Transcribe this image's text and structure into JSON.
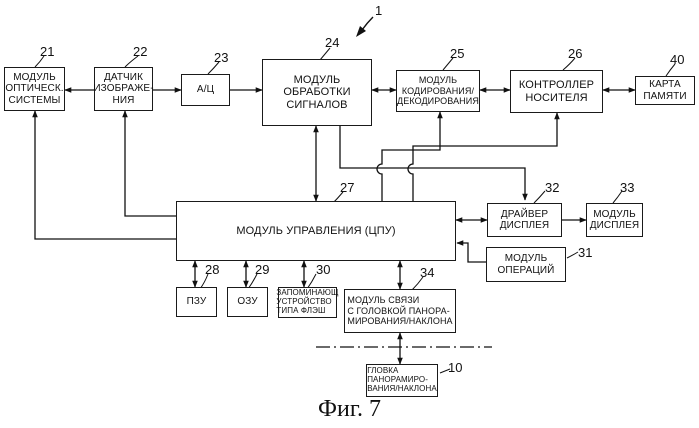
{
  "figure_number": "1",
  "blocks": {
    "b21": {
      "ref": "21",
      "label": "МОДУЛЬ\nОПТИЧЕСК.\nСИСТЕМЫ"
    },
    "b22": {
      "ref": "22",
      "label": "ДАТЧИК\nИЗОБРАЖЕ-\nНИЯ"
    },
    "b23": {
      "ref": "23",
      "label": "А/Ц"
    },
    "b24": {
      "ref": "24",
      "label": "МОДУЛЬ\nОБРАБОТКИ\nСИГНАЛОВ"
    },
    "b25": {
      "ref": "25",
      "label": "МОДУЛЬ\nКОДИРОВАНИЯ/\nДЕКОДИРОВАНИЯ"
    },
    "b26": {
      "ref": "26",
      "label": "КОНТРОЛЛЕР\nНОСИТЕЛЯ"
    },
    "b40": {
      "ref": "40",
      "label": "КАРТА\nПАМЯТИ"
    },
    "b27": {
      "ref": "27",
      "label": "МОДУЛЬ УПРАВЛЕНИЯ (ЦПУ)"
    },
    "b32": {
      "ref": "32",
      "label": "ДРАЙВЕР\nДИСПЛЕЯ"
    },
    "b33": {
      "ref": "33",
      "label": "МОДУЛЬ\nДИСПЛЕЯ"
    },
    "b31": {
      "ref": "31",
      "label": "МОДУЛЬ\nОПЕРАЦИЙ"
    },
    "b28": {
      "ref": "28",
      "label": "ПЗУ"
    },
    "b29": {
      "ref": "29",
      "label": "ОЗУ"
    },
    "b30": {
      "ref": "30",
      "label": "ЗАПОМИНАЮЩ\nУСТРОЙСТВО\nТИПА ФЛЭШ"
    },
    "b34": {
      "ref": "34",
      "label": "МОДУЛЬ СВЯЗИ\nС ГОЛОВКОЙ ПАНОРА-\nМИРОВАНИЯ/НАКЛОНА"
    },
    "b10": {
      "ref": "10",
      "label": "ГЛОВКА\nПАНОРАМИРО-\nВАНИЯ/НАКЛОНА"
    }
  },
  "caption": "Фиг. 7"
}
